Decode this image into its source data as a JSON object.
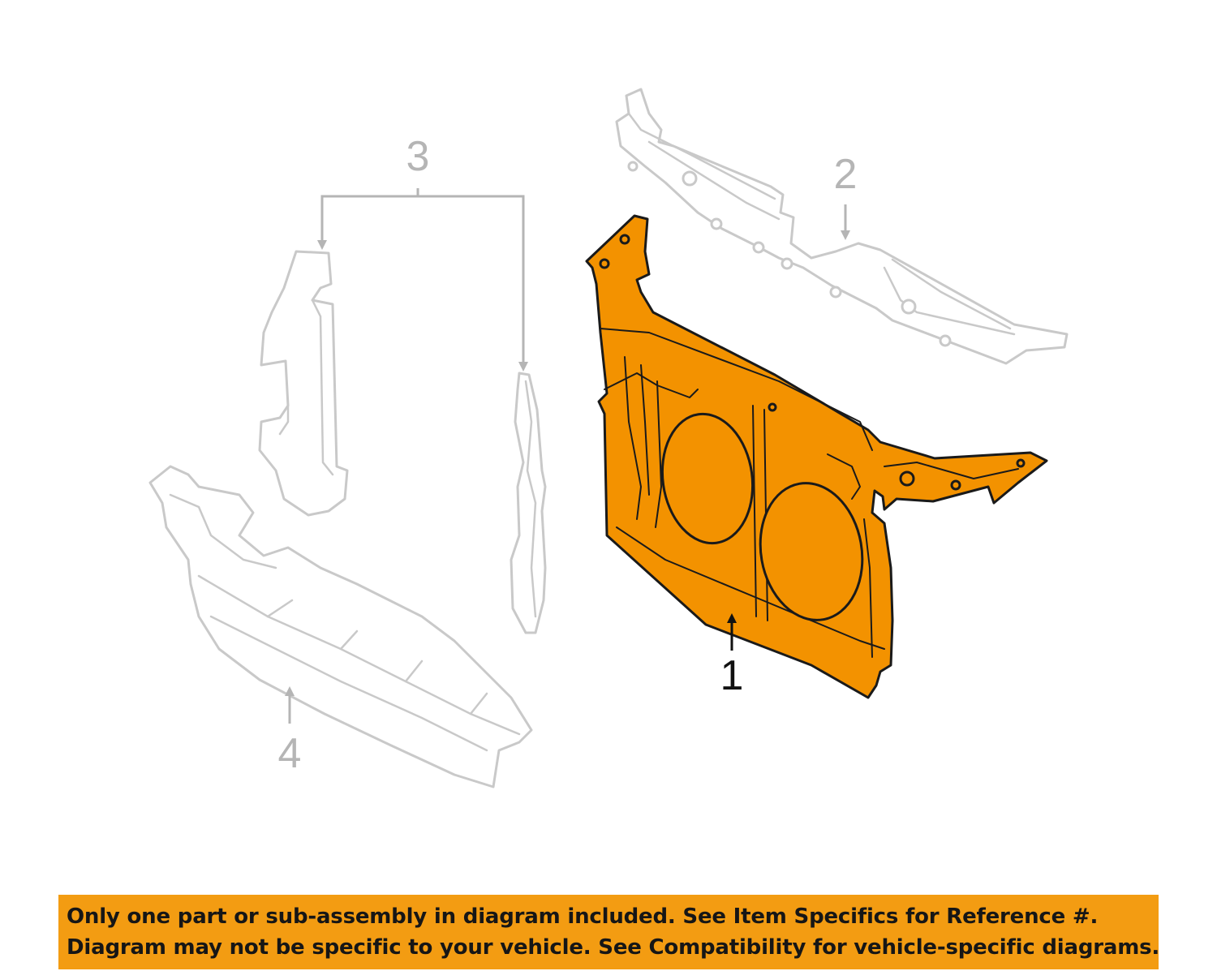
{
  "diagram": {
    "part_color": "#f39200",
    "callouts": [
      {
        "id": "1",
        "label": "1",
        "highlighted": true
      },
      {
        "id": "2",
        "label": "2",
        "highlighted": false
      },
      {
        "id": "3",
        "label": "3",
        "highlighted": false
      },
      {
        "id": "4",
        "label": "4",
        "highlighted": false
      }
    ]
  },
  "disclaimer": {
    "background": "#f39c12",
    "line1": "Only one part or sub-assembly in diagram included. See Item Specifics for Reference #.",
    "line2": "Diagram may not be specific to your vehicle. See Compatibility for vehicle-specific diagrams."
  }
}
